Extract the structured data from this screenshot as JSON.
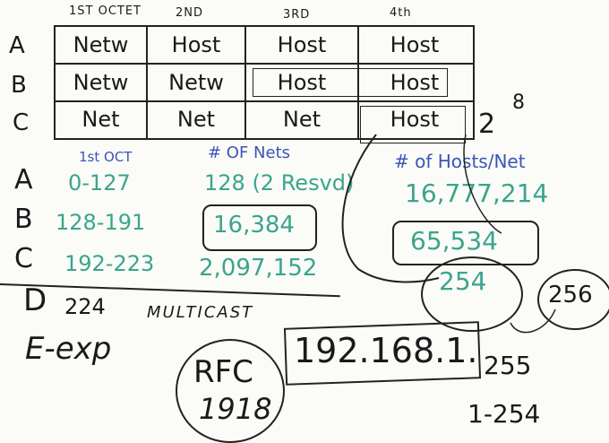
{
  "table": {
    "headers": [
      "1ST OCTET",
      "2ND",
      "3RD",
      "4th"
    ],
    "rows": [
      {
        "label": "A",
        "cells": [
          "Netw",
          "Host",
          "Host",
          "Host"
        ]
      },
      {
        "label": "B",
        "cells": [
          "Netw",
          "Netw",
          "Host",
          "Host"
        ]
      },
      {
        "label": "C",
        "cells": [
          "Net",
          "Net",
          "Net",
          "Host"
        ]
      }
    ],
    "exponent": "2",
    "exponent_power": "8"
  },
  "classes": {
    "headers": {
      "first_oct": "1st OCT",
      "nets": "# OF Nets",
      "hosts": "# of Hosts/Net"
    },
    "rows": [
      {
        "label": "A",
        "range": "0-127",
        "nets": "128 (2 Resvd)",
        "hosts": "16,777,214"
      },
      {
        "label": "B",
        "range": "128-191",
        "nets": "16,384",
        "hosts": "65,534"
      },
      {
        "label": "C",
        "range": "192-223",
        "nets": "2,097,152",
        "hosts": "254"
      }
    ],
    "circled": "256"
  },
  "extra": {
    "d_label": "D",
    "d_text": "224",
    "d_note": "MULTICAST",
    "e_label": "E-exp",
    "rfc": "RFC",
    "rfc_num": "1918",
    "ip": "192.168.1.",
    "ip_end": "255",
    "ip_range": "1-254"
  },
  "colors": {
    "black": "#1a1a1a",
    "green": "#3aa58c",
    "blue": "#3b55b8",
    "board": "#fbfbf8"
  }
}
